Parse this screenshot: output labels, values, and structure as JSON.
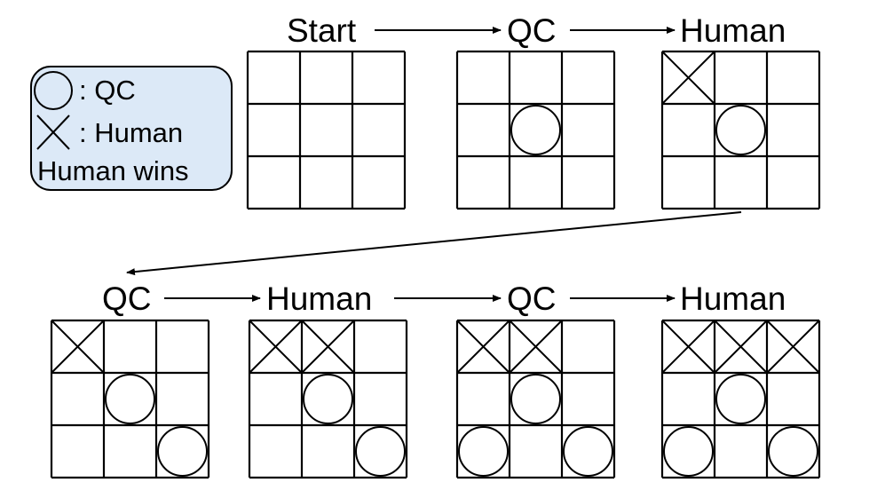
{
  "legend": {
    "o_label": ": QC",
    "x_label": ": Human",
    "result": "Human wins",
    "background": "#dce9f7"
  },
  "steps": [
    {
      "label": "Start",
      "board": [
        "",
        "",
        "",
        "",
        "",
        "",
        "",
        "",
        ""
      ]
    },
    {
      "label": "QC",
      "board": [
        "",
        "",
        "",
        "",
        "O",
        "",
        "",
        "",
        ""
      ]
    },
    {
      "label": "Human",
      "board": [
        "X",
        "",
        "",
        "",
        "O",
        "",
        "",
        "",
        ""
      ]
    },
    {
      "label": "QC",
      "board": [
        "X",
        "",
        "",
        "",
        "O",
        "",
        "",
        "",
        "O"
      ]
    },
    {
      "label": "Human",
      "board": [
        "X",
        "X",
        "",
        "",
        "O",
        "",
        "",
        "",
        "O"
      ]
    },
    {
      "label": "QC",
      "board": [
        "X",
        "X",
        "",
        "",
        "O",
        "",
        "O",
        "",
        "O"
      ]
    },
    {
      "label": "Human",
      "board": [
        "X",
        "X",
        "X",
        "",
        "O",
        "",
        "O",
        "",
        "O"
      ]
    }
  ]
}
